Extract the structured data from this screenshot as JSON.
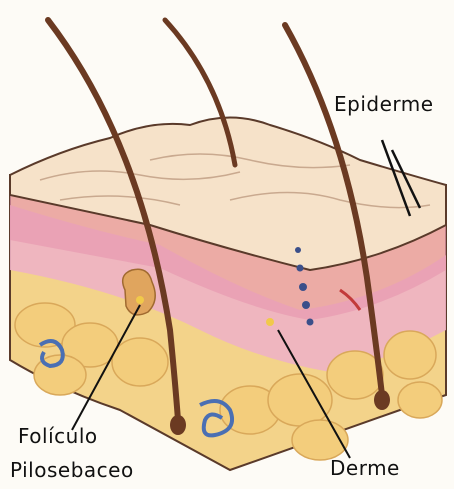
{
  "labels": {
    "epidermis": "Epiderme",
    "follicle_line1": "Folículo",
    "follicle_line2": "Pilosebaceo",
    "dermis": "Derme"
  },
  "colors": {
    "background": "#fdfbf6",
    "epidermis_surface": "#f6e2c9",
    "epidermis_wavy": "#f2ddc8",
    "pink_layer": "#eeb3c4",
    "dermis_pink": "#f2c9d3",
    "fat_yellow": "#f3d38a",
    "hair_brown": "#6b3a22",
    "blue_gland": "#4a6fb3",
    "outline": "#5a3a2a"
  }
}
